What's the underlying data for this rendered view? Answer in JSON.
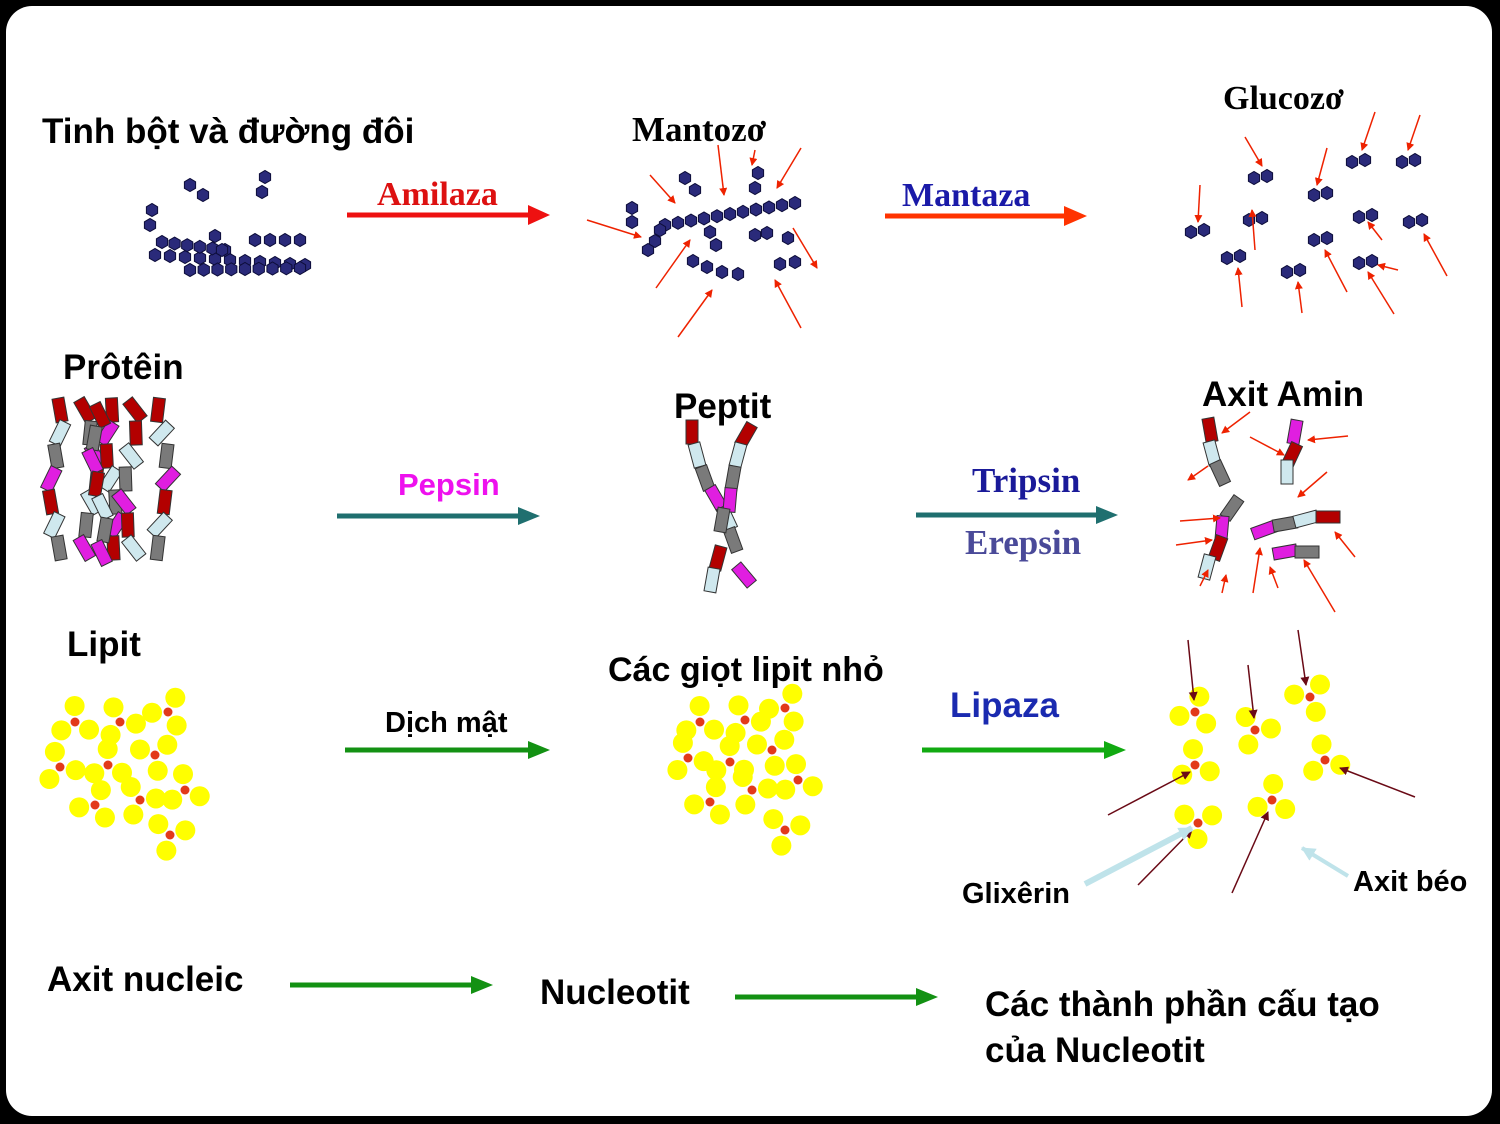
{
  "rows": [
    {
      "source": "Tinh bột và đường đôi",
      "step1_enzyme": "Amilaza",
      "intermediate": "Mantozơ",
      "step2_enzyme": "Mantaza",
      "product": "Glucozơ"
    },
    {
      "source": "Prôtêin",
      "step1_enzyme": "Pepsin",
      "intermediate": "Peptit",
      "step2_enzymes": [
        "Tripsin",
        "Erepsin"
      ],
      "product": "Axit Amin"
    },
    {
      "source": "Lipit",
      "step1_agent": "Dịch mật",
      "intermediate": "Các giọt lipit nhỏ",
      "step2_enzyme": "Lipaza",
      "product_parts": [
        "Glixêrin",
        "Axit béo"
      ]
    },
    {
      "source": "Axit nucleic",
      "intermediate": "Nucleotit",
      "product_lines": [
        "Các thành phần cấu tạo",
        "của Nucleotit"
      ]
    }
  ],
  "colors": {
    "glucose_unit": "#2a2a7a",
    "pointer_red": "#ee2200",
    "amilaza_text": "#dd1111",
    "mantaza_text": "#1a1aa8",
    "pepsin_text": "#ee11ee",
    "tripsin_text": "#1a1a99",
    "erepsin_text": "#4a4a99",
    "lipaza_text": "#1a2ab0",
    "arrow_red": "#ee1111",
    "arrow_orange": "#ff3300",
    "arrow_teal": "#1f6f6f",
    "arrow_green": "#11aa11",
    "arrow_darkgreen": "#139113",
    "fat_droplet": "#ffff00",
    "glycerol_dot": "#e23a1a",
    "glixerin_pointer": "#bfe3ea",
    "fatty_pointer": "#6a0a16",
    "aa_red": "#b30000",
    "aa_light": "#cfe8ee",
    "aa_grey": "#7a7a7a",
    "aa_magenta": "#e01ee0"
  }
}
